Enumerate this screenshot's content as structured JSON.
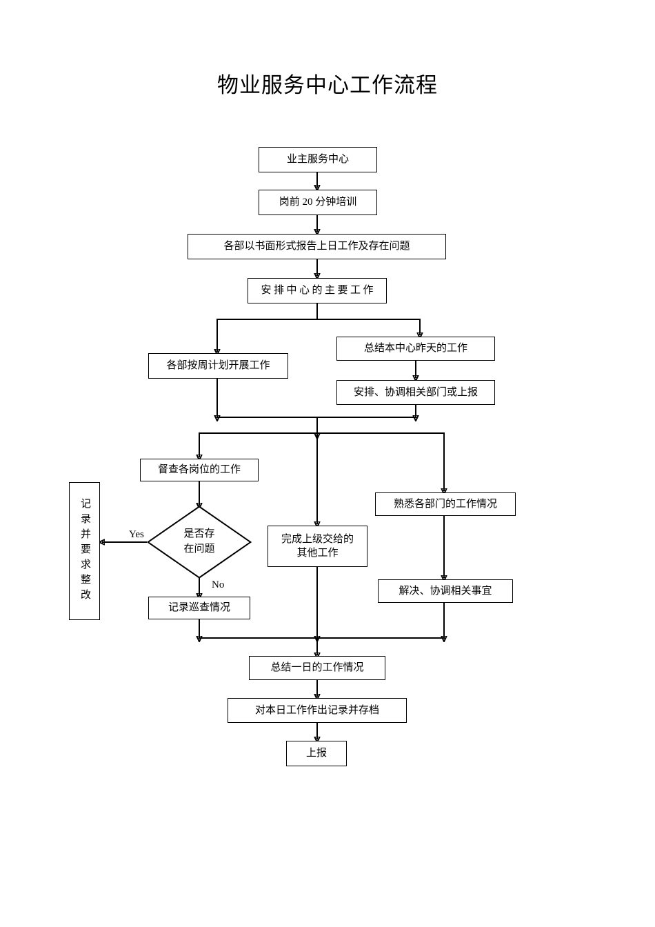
{
  "document": {
    "title": "物业服务中心工作流程"
  },
  "chart_data": {
    "type": "diagram",
    "title": "物业服务中心工作流程",
    "nodes": [
      {
        "id": "n1",
        "label": "业主服务中心",
        "shape": "rect"
      },
      {
        "id": "n2",
        "label": "岗前 20 分钟培训",
        "shape": "rect"
      },
      {
        "id": "n3",
        "label": "各部以书面形式报告上日工作及存在问题",
        "shape": "rect"
      },
      {
        "id": "n4",
        "label": "安排中心的主要工作",
        "shape": "rect"
      },
      {
        "id": "n5",
        "label": "各部按周计划开展工作",
        "shape": "rect"
      },
      {
        "id": "n6",
        "label": "总结本中心昨天的工作",
        "shape": "rect"
      },
      {
        "id": "n7",
        "label": "安排、协调相关部门或上报",
        "shape": "rect"
      },
      {
        "id": "n8",
        "label": "督查各岗位的工作",
        "shape": "rect"
      },
      {
        "id": "n9",
        "label": "记录并要求整改",
        "shape": "rect-vertical"
      },
      {
        "id": "n10",
        "label": "是否存\n在问题",
        "shape": "diamond"
      },
      {
        "id": "n11",
        "label": "记录巡查情况",
        "shape": "rect"
      },
      {
        "id": "n12",
        "label": "完成上级交给的\n其他工作",
        "shape": "rect"
      },
      {
        "id": "n13",
        "label": "熟悉各部门的工作情况",
        "shape": "rect"
      },
      {
        "id": "n14",
        "label": "解决、协调相关事宜",
        "shape": "rect"
      },
      {
        "id": "n15",
        "label": "总结一日的工作情况",
        "shape": "rect"
      },
      {
        "id": "n16",
        "label": "对本日工作作出记录并存档",
        "shape": "rect"
      },
      {
        "id": "n17",
        "label": "上报",
        "shape": "rect"
      }
    ],
    "edge_labels": {
      "yes": "Yes",
      "no": "No"
    },
    "edges": [
      {
        "from": "n1",
        "to": "n2",
        "label": ""
      },
      {
        "from": "n2",
        "to": "n3",
        "label": ""
      },
      {
        "from": "n3",
        "to": "n4",
        "label": ""
      },
      {
        "from": "n4",
        "to": "n5",
        "label": ""
      },
      {
        "from": "n4",
        "to": "n6",
        "label": ""
      },
      {
        "from": "n6",
        "to": "n7",
        "label": ""
      },
      {
        "from": "n5",
        "to": "n8",
        "label": ""
      },
      {
        "from": "n7",
        "to": "n8",
        "label": ""
      },
      {
        "from": "n5",
        "to": "n12",
        "label": ""
      },
      {
        "from": "n7",
        "to": "n13",
        "label": ""
      },
      {
        "from": "n8",
        "to": "n10",
        "label": ""
      },
      {
        "from": "n10",
        "to": "n9",
        "label": "Yes"
      },
      {
        "from": "n10",
        "to": "n11",
        "label": "No"
      },
      {
        "from": "n13",
        "to": "n14",
        "label": ""
      },
      {
        "from": "n11",
        "to": "n15",
        "label": ""
      },
      {
        "from": "n12",
        "to": "n15",
        "label": ""
      },
      {
        "from": "n14",
        "to": "n15",
        "label": ""
      },
      {
        "from": "n15",
        "to": "n16",
        "label": ""
      },
      {
        "from": "n16",
        "to": "n17",
        "label": ""
      }
    ],
    "colors": {
      "stroke": "#000000",
      "fill": "#ffffff",
      "text": "#000000"
    }
  }
}
